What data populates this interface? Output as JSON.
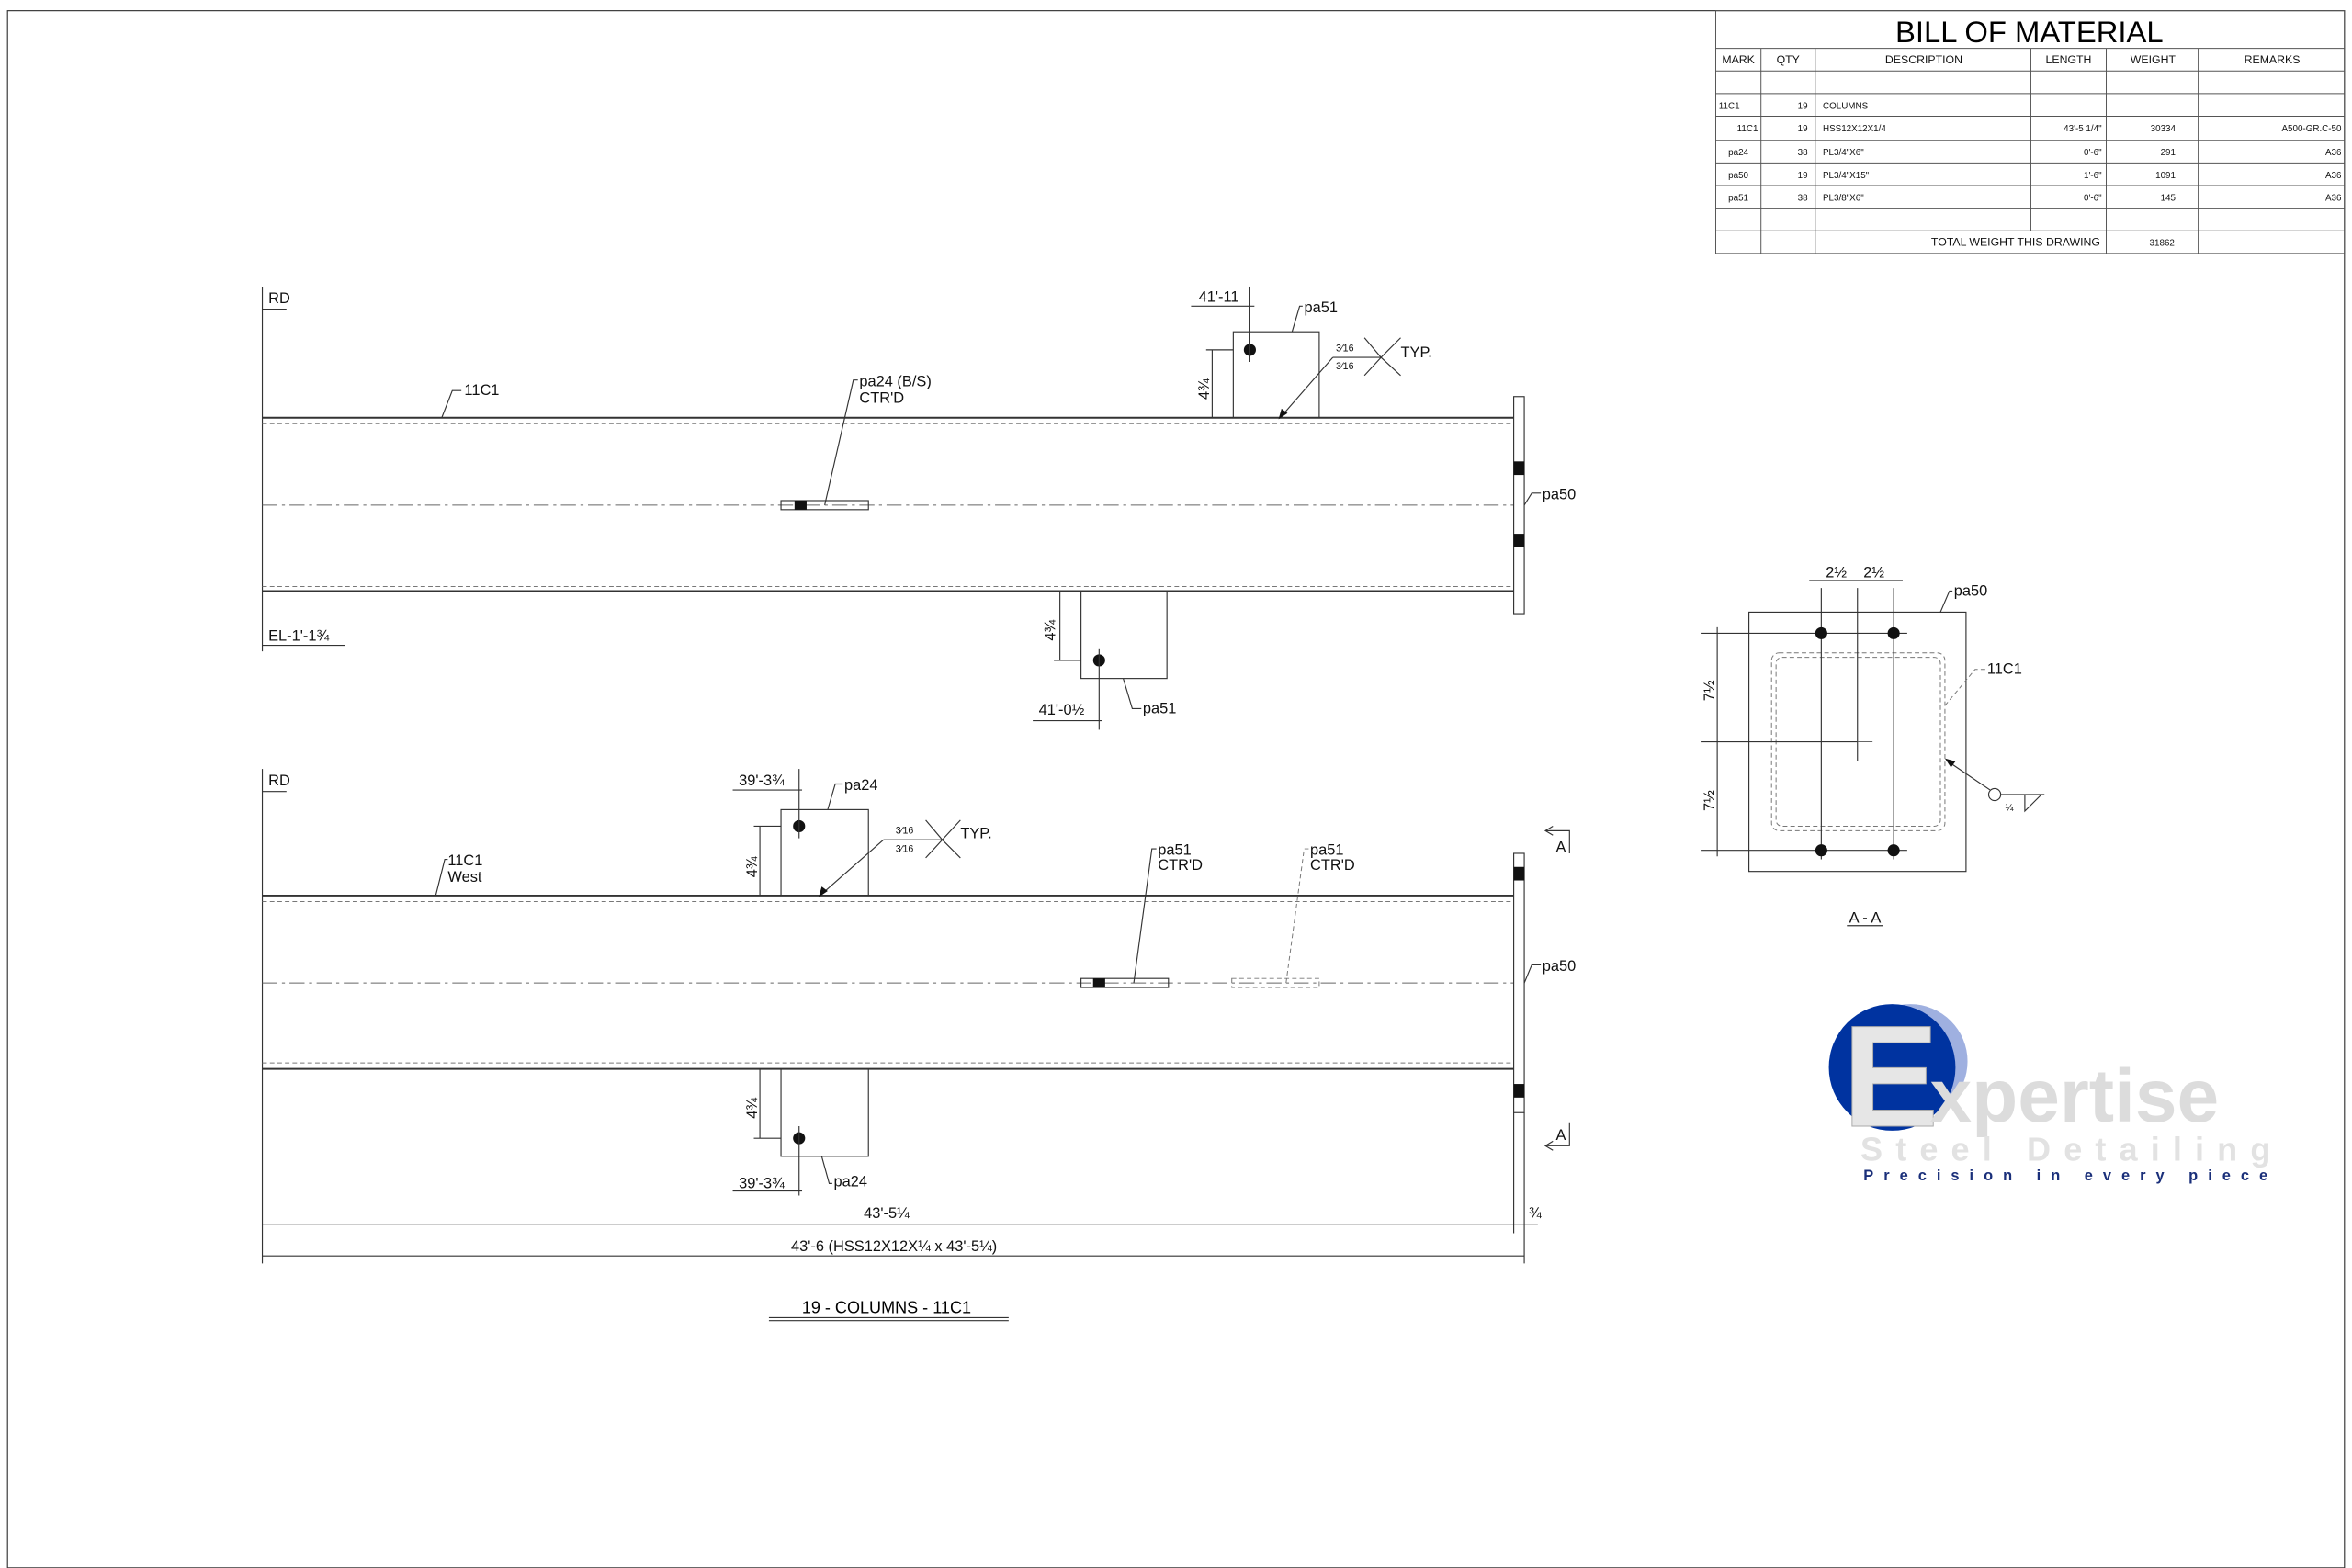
{
  "bom": {
    "title": "BILL OF MATERIAL",
    "headers": [
      "MARK",
      "QTY",
      "DESCRIPTION",
      "LENGTH",
      "WEIGHT",
      "REMARKS"
    ],
    "rows": [
      {
        "mark": "11C1",
        "qty": "19",
        "description": "COLUMNS",
        "length": "",
        "weight": "",
        "remarks": ""
      },
      {
        "mark": "11C1",
        "qty": "19",
        "description": "HSS12X12X1/4",
        "length": "43'-5 1/4\"",
        "weight": "30334",
        "remarks": "A500-GR.C-50"
      },
      {
        "mark": "pa24",
        "qty": "38",
        "description": "PL3/4\"X6\"",
        "length": "0'-6\"",
        "weight": "291",
        "remarks": "A36"
      },
      {
        "mark": "pa50",
        "qty": "19",
        "description": "PL3/4\"X15\"",
        "length": "1'-6\"",
        "weight": "1091",
        "remarks": "A36"
      },
      {
        "mark": "pa51",
        "qty": "38",
        "description": "PL3/8\"X6\"",
        "length": "0'-6\"",
        "weight": "145",
        "remarks": "A36"
      }
    ],
    "total_label": "TOTAL WEIGHT THIS DRAWING",
    "total_weight": "31862"
  },
  "top_view": {
    "rd": "RD",
    "member": "11C1",
    "pa24_label": "pa24 (B/S)",
    "pa24_ctr": "CTR'D",
    "dim_top": "41'-11",
    "pa51_top": "pa51",
    "weld_top": "3⁄16",
    "weld_bot": "3⁄16",
    "weld_typ": "TYP.",
    "edge_top": "4¾",
    "pa50": "pa50",
    "elevation": "EL-1'-1¾",
    "edge_bot": "4¾",
    "dim_bot": "41'-0½",
    "pa51_bot": "pa51"
  },
  "bottom_view": {
    "rd": "RD",
    "dim_top": "39'-3¾",
    "pa24_top": "pa24",
    "weld_top": "3⁄16",
    "weld_bot": "3⁄16",
    "weld_typ": "TYP.",
    "member": "11C1",
    "member_side": "West",
    "edge_top": "4¾",
    "pa51_a": "pa51",
    "pa51_a_ctr": "CTR'D",
    "pa51_b": "pa51",
    "pa51_b_ctr": "CTR'D",
    "pa50": "pa50",
    "section_top": "A",
    "section_bot": "A",
    "edge_bot": "4¾",
    "dim_bot": "39'-3¾",
    "pa24_bot": "pa24",
    "overall_dim": "43'-5¼",
    "plate_dim": "¾",
    "total_dim": "43'-6 (HSS12X12X¼ x 43'-5¼)",
    "title": "19 - COLUMNS - 11C1"
  },
  "section": {
    "dim_a": "2½",
    "dim_b": "2½",
    "pa50": "pa50",
    "member": "11C1",
    "dim_v1": "7½",
    "dim_v2": "7½",
    "weld": "¼",
    "title": "A - A"
  },
  "logo": {
    "letter": "E",
    "word": "xpertise",
    "line2": "Steel Detailing",
    "tagline": "Precision in every piece",
    "colors": {
      "blue": "#0033a0",
      "light_blue": "#9fb0e0",
      "gray": "#dcdcdc",
      "navy": "#1a2f7a"
    }
  }
}
